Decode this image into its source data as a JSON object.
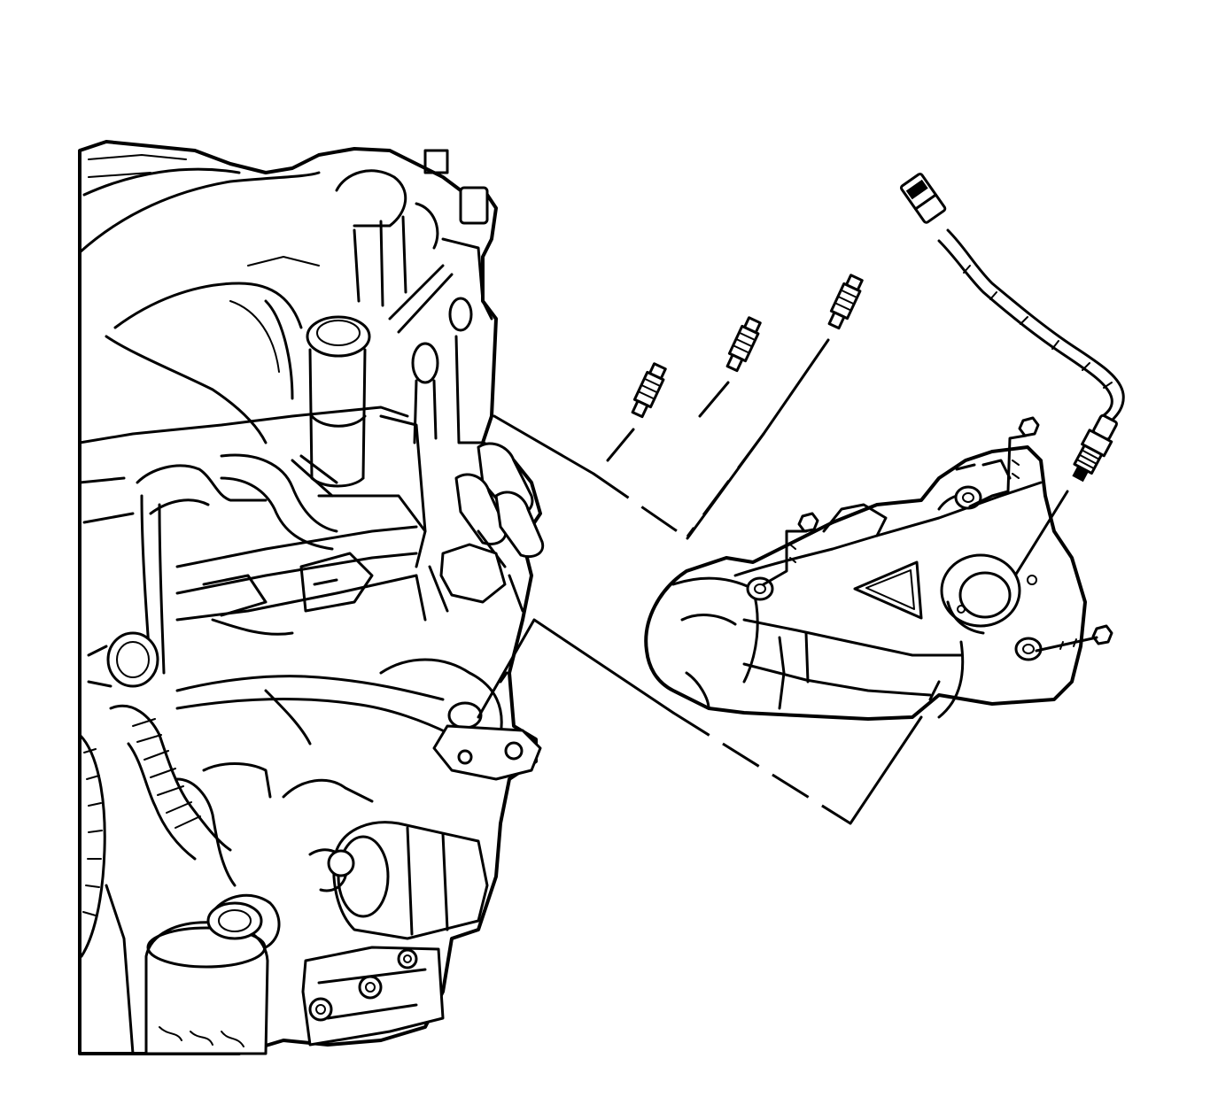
{
  "diagram": {
    "subject": "exhaust-manifold-exploded-view",
    "components": [
      {
        "id": "engine-assembly",
        "icon": "engine-icon"
      },
      {
        "id": "exhaust-manifold",
        "icon": "manifold-icon"
      },
      {
        "id": "manifold-bolt",
        "icon": "bolt-icon",
        "count": 3
      },
      {
        "id": "manifold-stud",
        "icon": "stud-icon",
        "count": 3
      },
      {
        "id": "oxygen-sensor",
        "icon": "sensor-icon"
      }
    ],
    "line_color": "#000000",
    "background_color": "#ffffff"
  }
}
